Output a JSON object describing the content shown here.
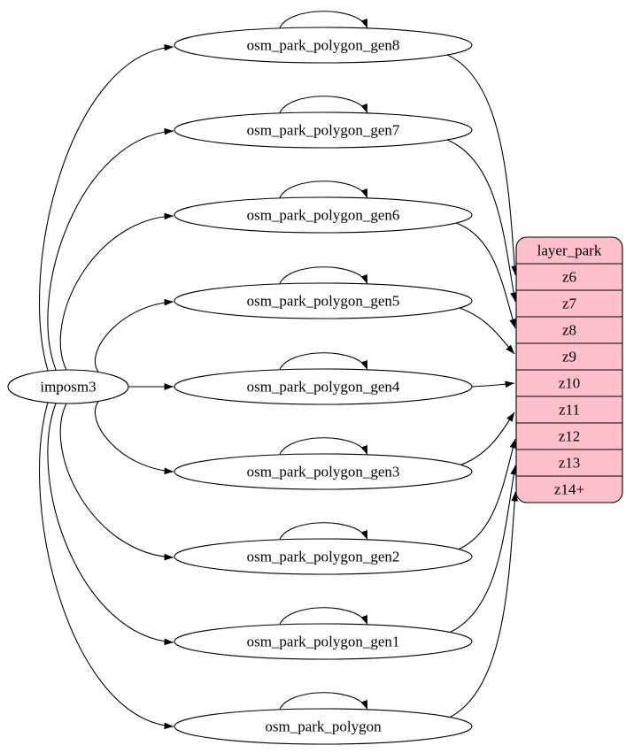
{
  "diagram": {
    "background": "#ffffff",
    "edge_color": "#000000",
    "node_fill": "#ffffff",
    "node_stroke": "#000000",
    "source": {
      "label": "imposm3"
    },
    "tables": [
      {
        "label": "osm_park_polygon_gen8",
        "self_loop": true,
        "target_row": "z6"
      },
      {
        "label": "osm_park_polygon_gen7",
        "self_loop": true,
        "target_row": "z7"
      },
      {
        "label": "osm_park_polygon_gen6",
        "self_loop": true,
        "target_row": "z8"
      },
      {
        "label": "osm_park_polygon_gen5",
        "self_loop": true,
        "target_row": "z9"
      },
      {
        "label": "osm_park_polygon_gen4",
        "self_loop": true,
        "target_row": "z10"
      },
      {
        "label": "osm_park_polygon_gen3",
        "self_loop": true,
        "target_row": "z11"
      },
      {
        "label": "osm_park_polygon_gen2",
        "self_loop": true,
        "target_row": "z12"
      },
      {
        "label": "osm_park_polygon_gen1",
        "self_loop": true,
        "target_row": "z13"
      },
      {
        "label": "osm_park_polygon",
        "self_loop": true,
        "target_row": "z14+"
      }
    ],
    "layer": {
      "title": "layer_park",
      "rows": [
        "z6",
        "z7",
        "z8",
        "z9",
        "z10",
        "z11",
        "z12",
        "z13",
        "z14+"
      ],
      "fill": "#ffc0cb",
      "stroke": "#000000"
    }
  }
}
